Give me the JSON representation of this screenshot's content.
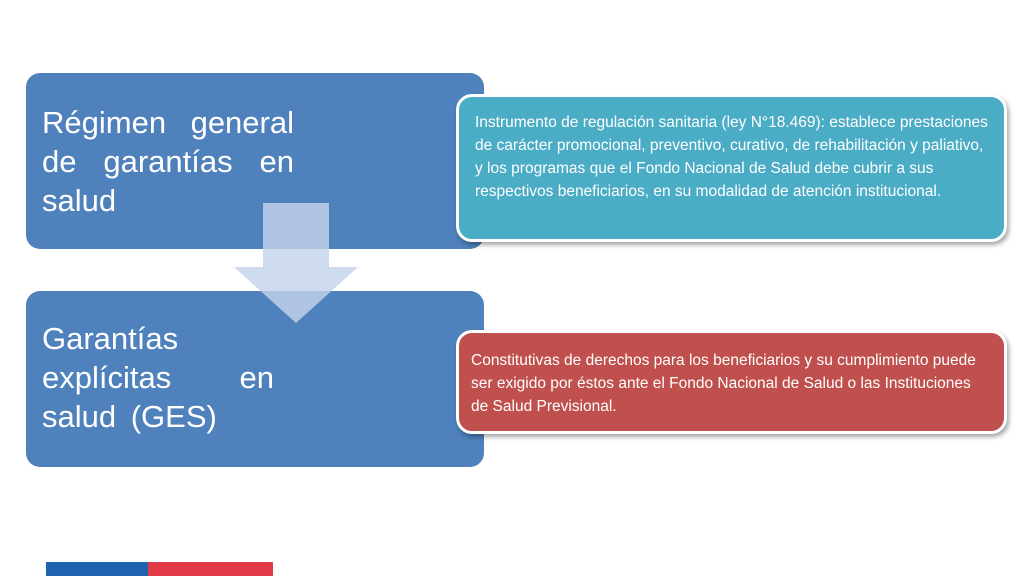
{
  "boxes": {
    "top": {
      "label": "Régimen general de garantías en salud"
    },
    "bottom": {
      "label": "Garantías explícitas en salud (GES)"
    }
  },
  "callouts": {
    "teal": {
      "text": "Instrumento de regulación sanitaria (ley N°18.469):  establece prestaciones de carácter promocional, preventivo, curativo, de rehabilitación y paliativo, y los programas que el Fondo Nacional de Salud debe cubrir a sus respectivos beneficiarios, en su modalidad de atención institucional."
    },
    "red": {
      "text": "Constitutivas de derechos para los beneficiarios y su cumplimiento puede ser exigido por éstos ante el Fondo Nacional de Salud o las Instituciones de Salud Previsional."
    }
  },
  "colors": {
    "box_blue": "#4f81bd",
    "callout_teal": "#4bacc6",
    "callout_red": "#c0504d",
    "arrow_fill": "#c5d3ea",
    "bar_blue": "#1f63b0",
    "bar_red": "#e03b46"
  }
}
